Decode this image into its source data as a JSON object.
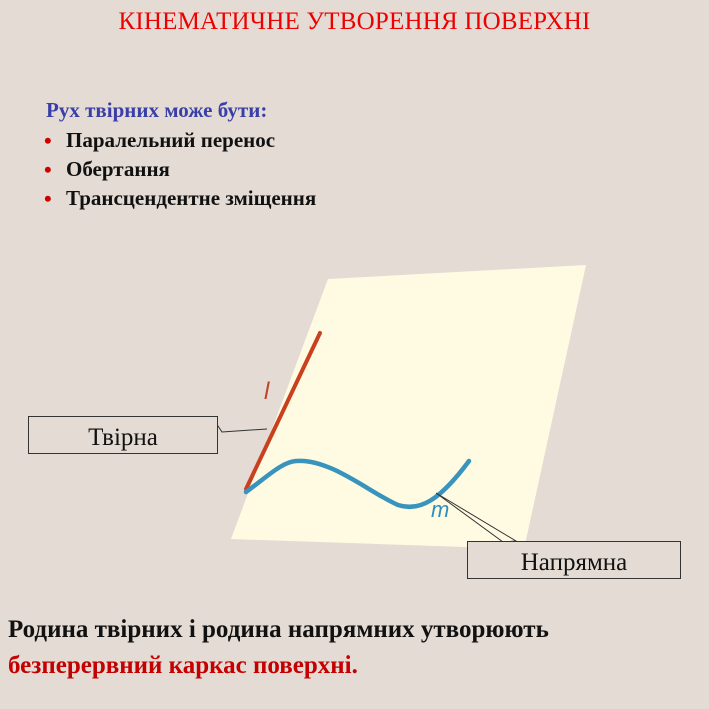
{
  "title": "КІНЕМАТИЧНЕ УТВОРЕННЯ ПОВЕРХНІ",
  "intro": "Рух твірних може бути:",
  "bullets": [
    "Паралельний перенос",
    "Обертання",
    "Трансцендентне зміщення"
  ],
  "diagram": {
    "generatrix_letter": "l",
    "directrix_letter": "m",
    "generatrix_label": "Твірна",
    "directrix_label": "Напрямна",
    "colors": {
      "plane": "#fffbe3",
      "generatrix": "#c9401e",
      "directrix": "#3894bd",
      "bullet": "#d10000"
    }
  },
  "footer": {
    "line1": "Родина твірних і родина напрямних утворюють",
    "line2": "безперервний каркас поверхні."
  }
}
